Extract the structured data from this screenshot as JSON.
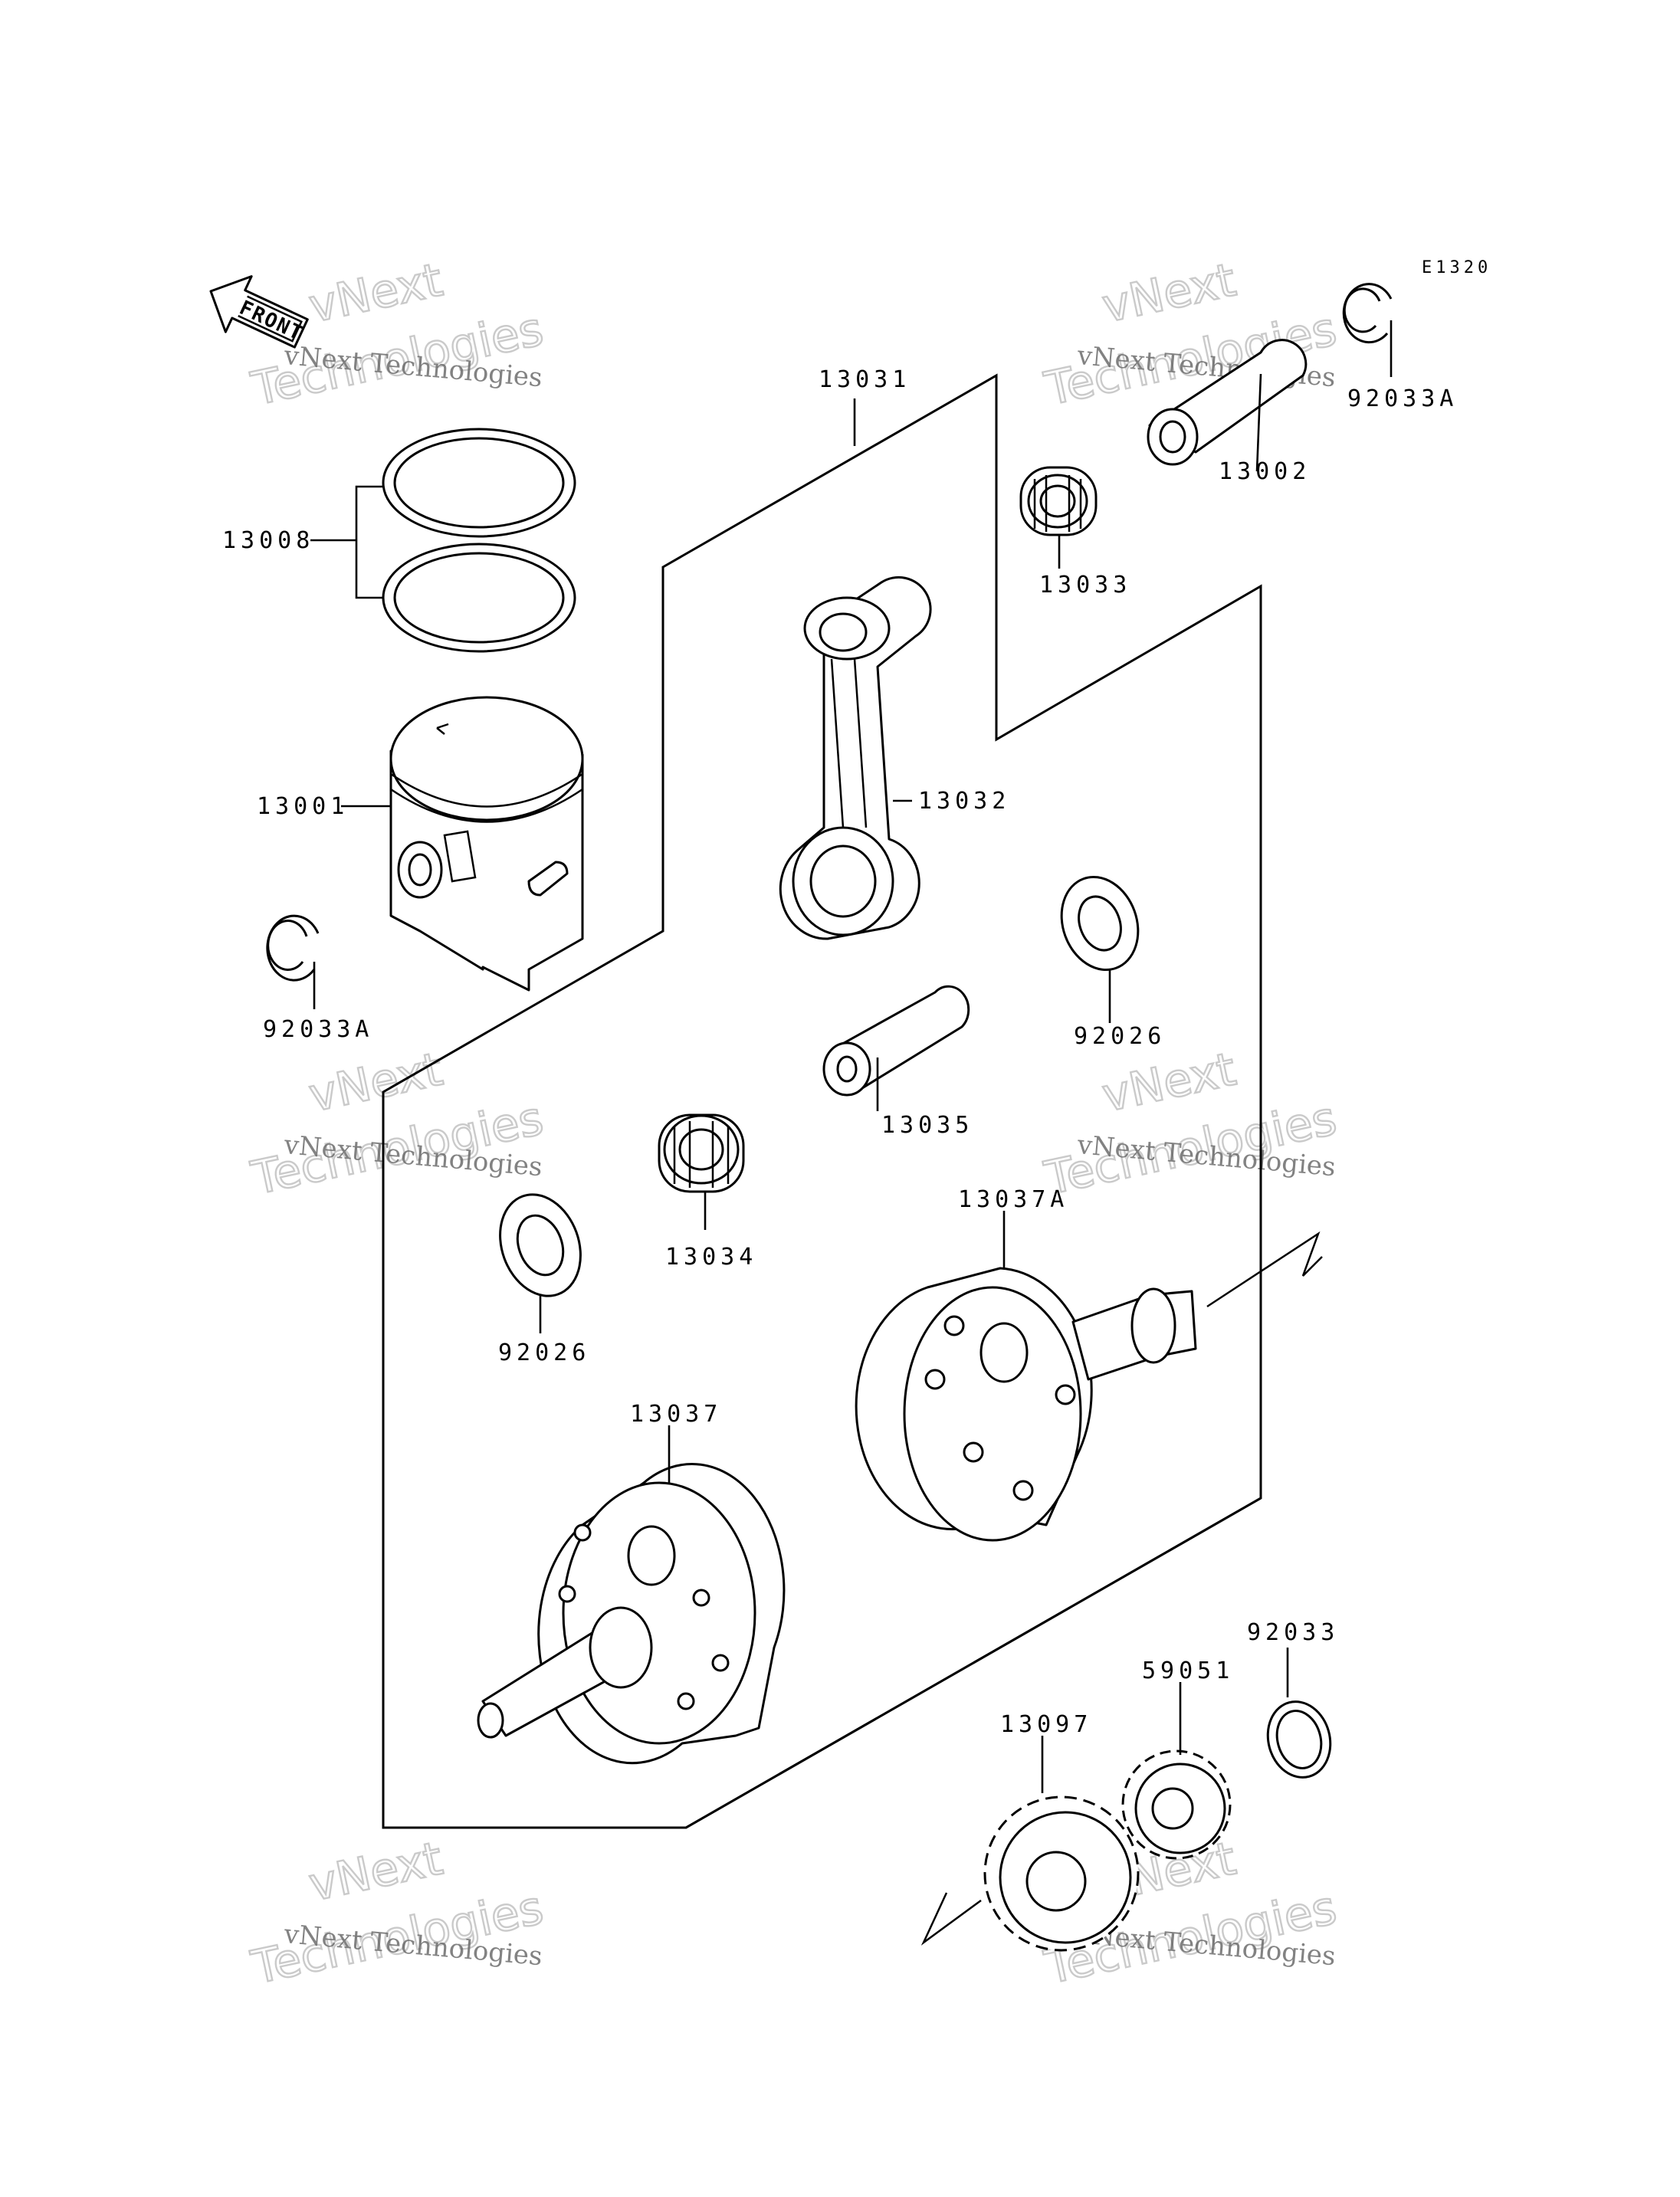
{
  "diagram": {
    "code": "E1320",
    "front_label": "FRONT",
    "parts": [
      {
        "id": "p13031",
        "number": "13031"
      },
      {
        "id": "p13002",
        "number": "13002"
      },
      {
        "id": "p92033A-top",
        "number": "92033A"
      },
      {
        "id": "p13033",
        "number": "13033"
      },
      {
        "id": "p13008",
        "number": "13008"
      },
      {
        "id": "p13001",
        "number": "13001"
      },
      {
        "id": "p13032",
        "number": "13032"
      },
      {
        "id": "p92033A-left",
        "number": "92033A"
      },
      {
        "id": "p92026-right",
        "number": "92026"
      },
      {
        "id": "p13035",
        "number": "13035"
      },
      {
        "id": "p13037A",
        "number": "13037A"
      },
      {
        "id": "p13034",
        "number": "13034"
      },
      {
        "id": "p92026-left",
        "number": "92026"
      },
      {
        "id": "p13037",
        "number": "13037"
      },
      {
        "id": "p92033",
        "number": "92033"
      },
      {
        "id": "p59051",
        "number": "59051"
      },
      {
        "id": "p13097",
        "number": "13097"
      }
    ],
    "watermark": {
      "line1": "vNext",
      "line2": "vNext Technologies",
      "line3": "Technologies"
    }
  }
}
